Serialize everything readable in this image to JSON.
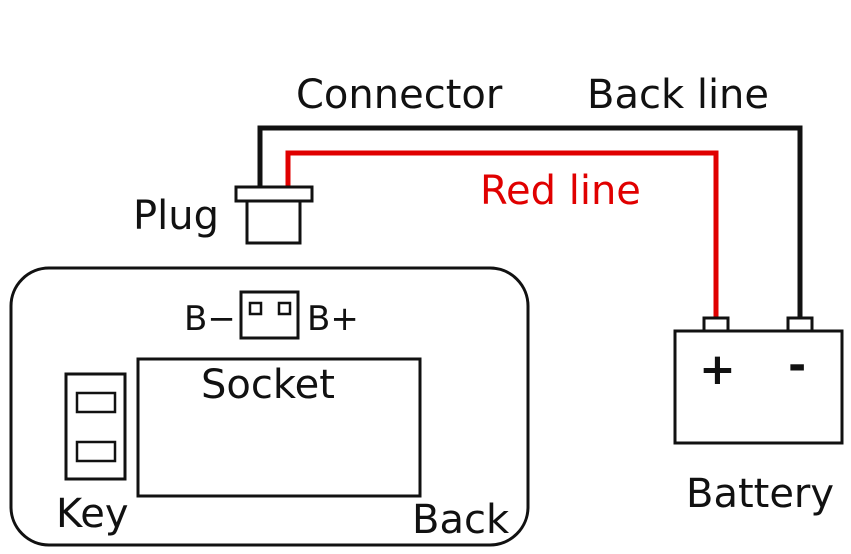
{
  "labels": {
    "connector": "Connector",
    "back_line": "Back line",
    "red_line": "Red line",
    "plug": "Plug",
    "b_minus": "B−",
    "b_plus": "B+",
    "socket": "Socket",
    "key": "Key",
    "back": "Back",
    "battery": "Battery",
    "plus_terminal": "+",
    "minus_terminal": "-"
  },
  "colors": {
    "red_wire": "#e00000",
    "black_wire": "#111111"
  }
}
